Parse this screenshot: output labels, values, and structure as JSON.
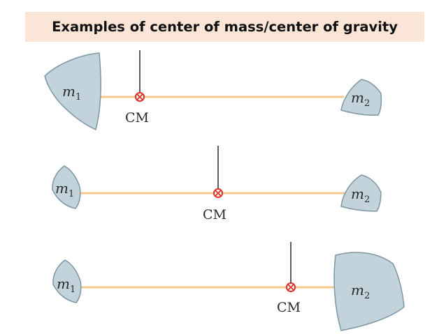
{
  "title": "Examples of center of mass/center of gravity",
  "colors": {
    "title_background": "#fbe5d6",
    "rod": "#f1c98a",
    "mass_fill": "#c3d3db",
    "mass_stroke": "#7e95a1",
    "cm_marker": "#d9342b",
    "string": "#333333"
  },
  "rows": [
    {
      "mass1": {
        "symbol": "m",
        "subscript": "1",
        "size": "large"
      },
      "mass2": {
        "symbol": "m",
        "subscript": "2",
        "size": "small"
      },
      "cm_label": "CM"
    },
    {
      "mass1": {
        "symbol": "m",
        "subscript": "1",
        "size": "small"
      },
      "mass2": {
        "symbol": "m",
        "subscript": "2",
        "size": "small"
      },
      "cm_label": "CM"
    },
    {
      "mass1": {
        "symbol": "m",
        "subscript": "1",
        "size": "small"
      },
      "mass2": {
        "symbol": "m",
        "subscript": "2",
        "size": "large"
      },
      "cm_label": "CM"
    }
  ]
}
